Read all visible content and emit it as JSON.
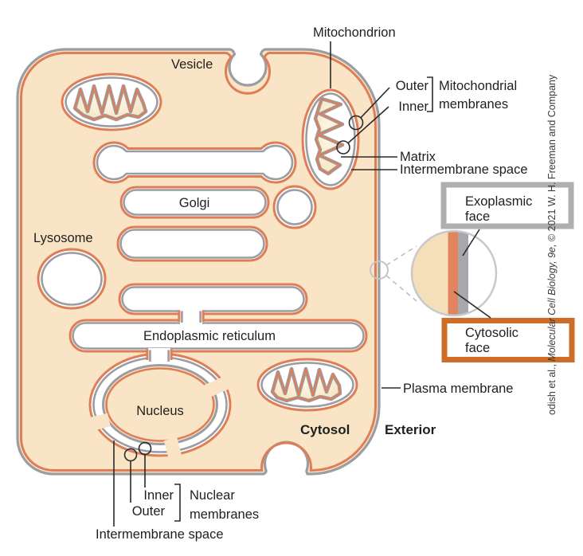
{
  "figure": {
    "labels": {
      "vesicle": "Vesicle",
      "mitochondrion": "Mitochondrion",
      "golgi": "Golgi",
      "lysosome": "Lysosome",
      "endoplasmic_reticulum": "Endoplasmic reticulum",
      "nucleus": "Nucleus",
      "cytosol": "Cytosol",
      "exterior": "Exterior",
      "plasma_membrane": "Plasma membrane"
    },
    "mitochondrial_membranes": {
      "outer": "Outer",
      "inner": "Inner",
      "group_line1": "Mitochondrial",
      "group_line2": "membranes",
      "matrix": "Matrix",
      "intermembrane_space": "Intermembrane space"
    },
    "nuclear_membranes": {
      "inner": "Inner",
      "outer": "Outer",
      "group_line1": "Nuclear",
      "group_line2": "membranes",
      "intermembrane_space": "Intermembrane space"
    },
    "inset": {
      "exoplasmic_line1": "Exoplasmic",
      "exoplasmic_line2": "face",
      "cytosolic_line1": "Cytosolic",
      "cytosolic_line2": "face"
    },
    "credit": {
      "prefix": "odish et al., ",
      "title_italic": "Molecular Cell Biology, 9e,",
      "suffix": " © 2021 W. H. Freeman and Company"
    },
    "colors": {
      "cell_fill": "#F9E5C6",
      "membrane_orange": "#DE7E57",
      "membrane_gray": "#9C9DA2",
      "matrix_cream": "#FAEDD6",
      "inset_tan": "#F5DFB8",
      "stripe_orange": "#E2855F",
      "stripe_gray": "#A7A7AC",
      "box_gray_border": "#AFAFB2",
      "box_orange_border": "#CE6D28",
      "pointer_line": "#2A2A2A"
    }
  }
}
